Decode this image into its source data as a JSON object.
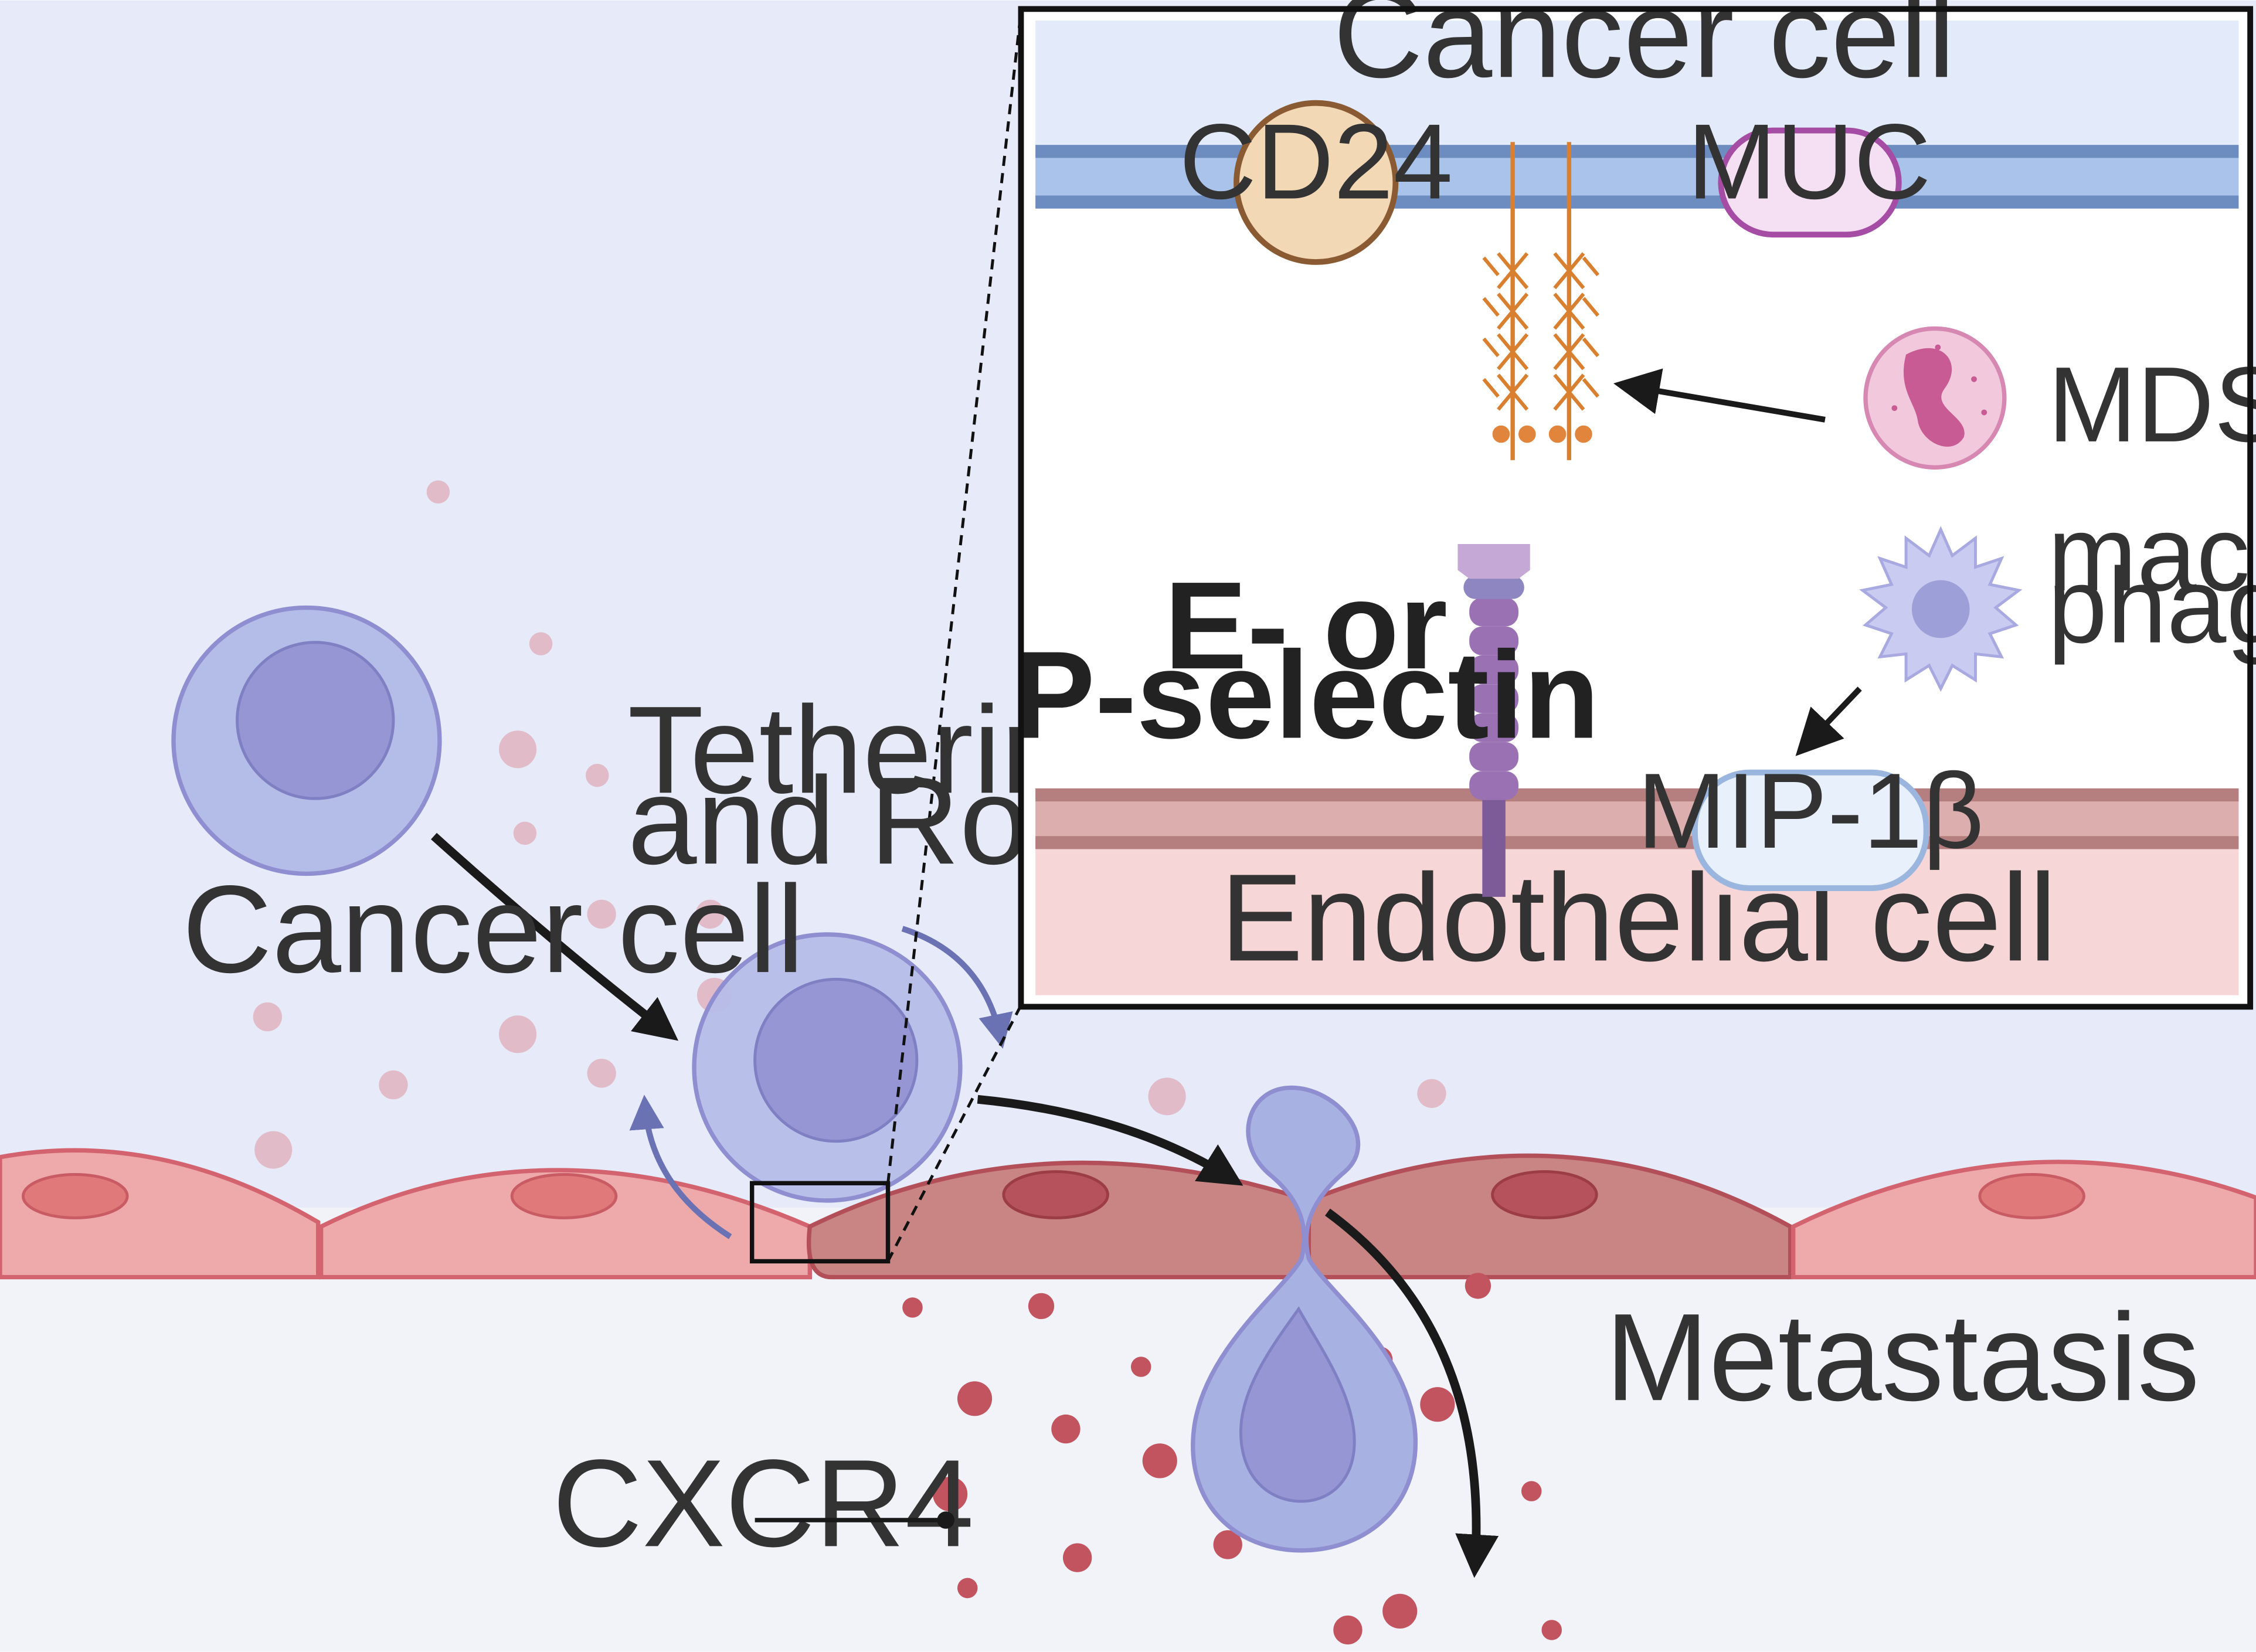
{
  "labels": {
    "cancer_cell_left": "Cancer cell",
    "tethering_line1": "Tethering",
    "tethering_line2": "and Rolling",
    "metastasis": "Metastasis",
    "cxcr4": "CXCR4"
  },
  "inset": {
    "cancer_cell": "Cancer cell",
    "cd24": "CD24",
    "muc": "MUC",
    "mdsc": "MDSC",
    "macrophage_line1": "macro-",
    "macrophage_line2": "phage",
    "selectin_line1": "E- or",
    "selectin_line2": "P-selectin",
    "mip": "MIP-1β",
    "endothelial_cell": "Endothelial cell"
  },
  "colors": {
    "blood_bg": "#e6eaf9",
    "tissue_bg": "#f1f3f8",
    "endothelium": "#eeaaaa",
    "endothelium_active": "#c98484",
    "cancer_cell": "#b4bce8",
    "nucleus": "#9696d4",
    "chemokine": "#cc5560",
    "selectin": "#9a72b3",
    "glycan": "#d98030"
  }
}
